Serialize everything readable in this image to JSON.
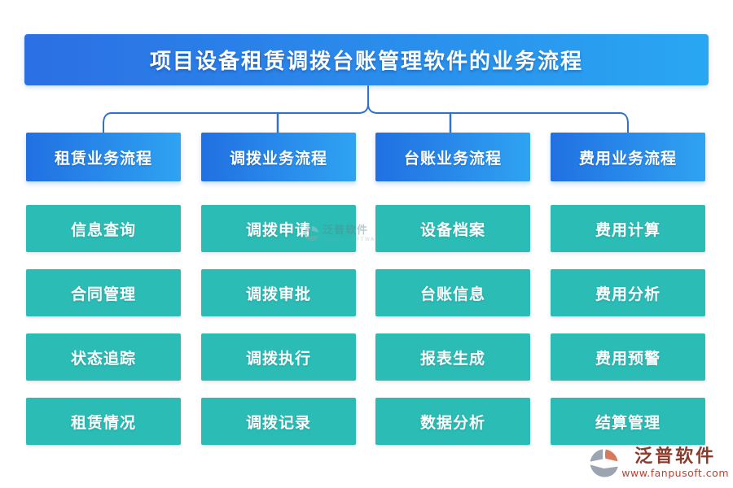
{
  "title": "项目设备租赁调拨台账管理软件的业务流程",
  "colors": {
    "banner_start": "#2b6fe4",
    "banner_end": "#29a7f2",
    "header_start": "#2170e2",
    "header_end": "#2fa3f2",
    "node_teal": "#2bbcb5",
    "connector": "#2e72ce",
    "logo_text": "#8a3b2a",
    "logo_url": "#c0402e"
  },
  "columns": [
    {
      "header": "租赁业务流程",
      "items": [
        "信息查询",
        "合同管理",
        "状态追踪",
        "租赁情况"
      ]
    },
    {
      "header": "调拨业务流程",
      "items": [
        "调拨申请",
        "调拨审批",
        "调拨执行",
        "调拨记录"
      ]
    },
    {
      "header": "台账业务流程",
      "items": [
        "设备档案",
        "台账信息",
        "报表生成",
        "数据分析"
      ]
    },
    {
      "header": "费用业务流程",
      "items": [
        "费用计算",
        "费用分析",
        "费用预警",
        "结算管理"
      ]
    }
  ],
  "watermark": {
    "text": "泛普软件",
    "subtext": "FANPU SOFTWARE"
  },
  "footer_logo": {
    "name": "泛普软件",
    "url": "www.fanpusoft.com"
  }
}
